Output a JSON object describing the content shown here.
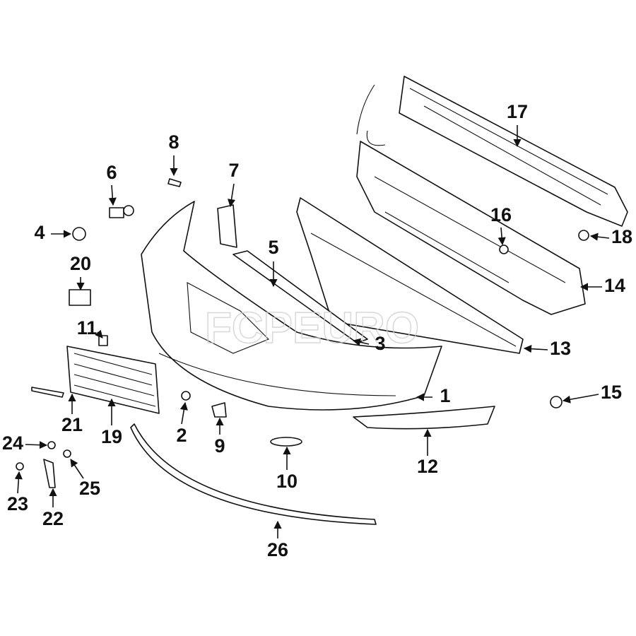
{
  "watermark": "FCPEURO",
  "callouts": [
    "1",
    "2",
    "3",
    "4",
    "5",
    "6",
    "7",
    "8",
    "9",
    "10",
    "11",
    "12",
    "13",
    "14",
    "15",
    "16",
    "17",
    "18",
    "19",
    "20",
    "21",
    "22",
    "23",
    "24",
    "25",
    "26"
  ]
}
